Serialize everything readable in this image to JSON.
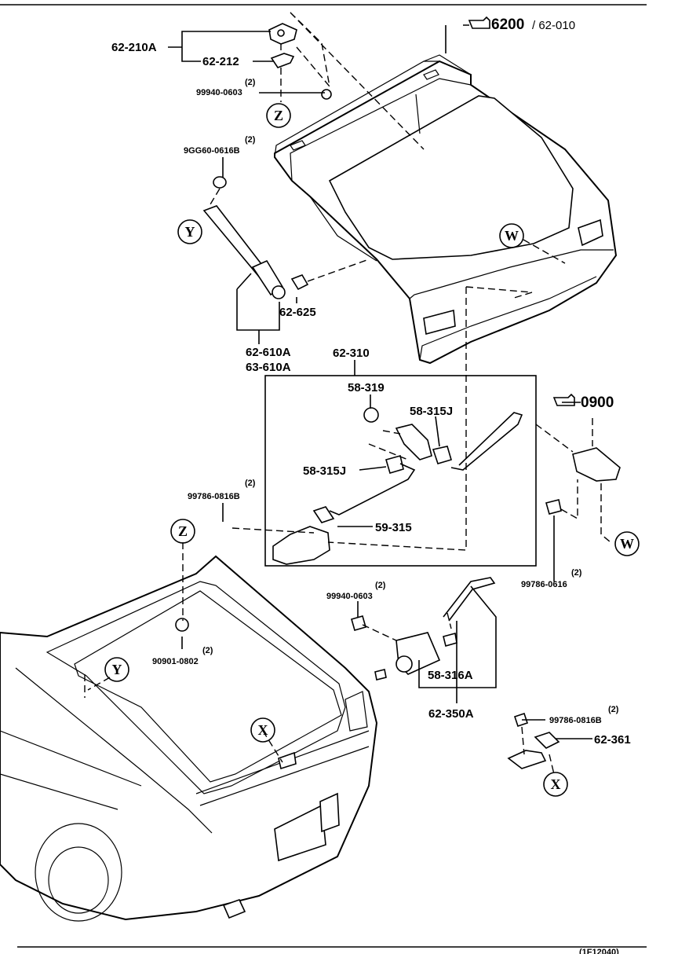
{
  "diagram": {
    "refs": {
      "body_ref_main": "6200",
      "body_ref_sub": "/ 62-010",
      "lock_ref": "0900"
    },
    "callouts": {
      "z_top": "Z",
      "z_lower": "Z",
      "y_top": "Y",
      "y_lower": "Y",
      "w_top": "W",
      "w_lower": "W",
      "x_lower": "X",
      "x_bottom": "X"
    },
    "labels": {
      "hinge_assy": "62-210A",
      "hinge_plate": "62-212",
      "nut_qty_1": "(2)",
      "nut_1": "99940-0603",
      "bolt_qty_1": "(2)",
      "bolt_1": "9GG60-0616B",
      "stay_bolt": "62-625",
      "stay_a": "62-610A",
      "stay_b": "63-610A",
      "latch_group": "62-310",
      "rod_holder": "58-319",
      "clip_a": "58-315J",
      "clip_b": "58-315J",
      "rod": "59-315",
      "bolt_qty_2": "(2)",
      "bolt_2": "99786-0816B",
      "bolt_qty_3": "(2)",
      "bolt_3": "99786-0616",
      "nut_qty_2": "(2)",
      "nut_2": "99940-0603",
      "grommet_qty": "(2)",
      "grommet": "90901-0802",
      "opener_rod": "58-316A",
      "opener_assy": "62-350A",
      "striker_bolt_qty": "(2)",
      "striker_bolt": "99786-0816B",
      "striker": "62-361",
      "figure_code": "(1F12040)"
    }
  }
}
